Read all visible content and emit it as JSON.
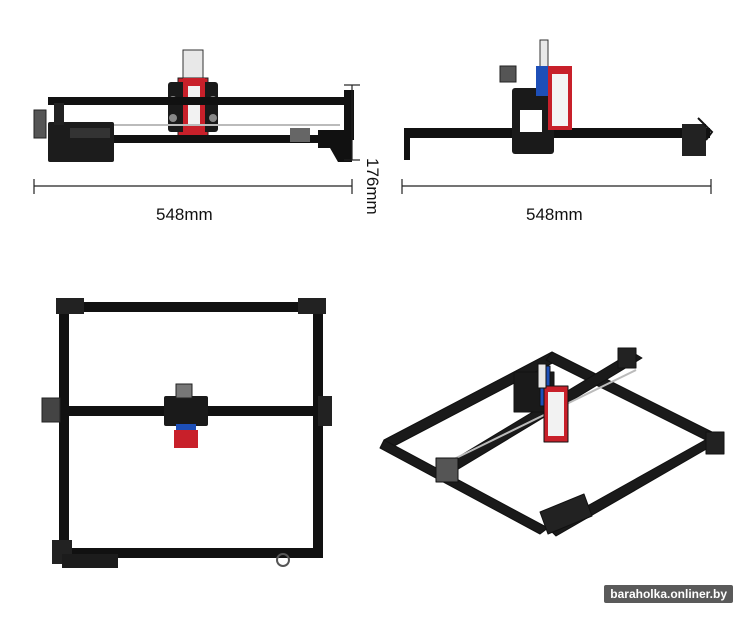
{
  "dimensions": {
    "front_width": "548mm",
    "front_height": "176mm",
    "side_width": "548mm"
  },
  "watermark": "baraholka.onliner.by",
  "colors": {
    "frame": "#111111",
    "laser_red": "#c8202a",
    "laser_blue": "#1d4fb8",
    "metal": "#c9c9c9",
    "dimension_line": "#222222"
  }
}
